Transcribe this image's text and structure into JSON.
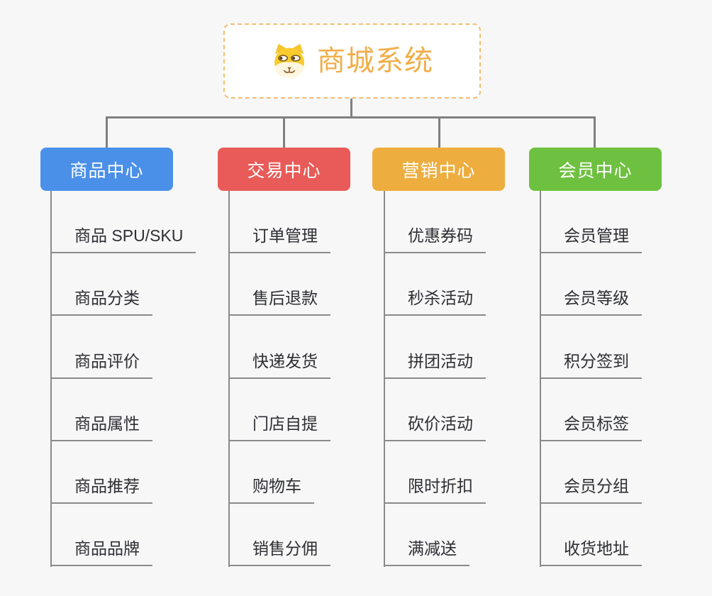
{
  "root": {
    "title": "商城系统",
    "icon": "dog-face-icon"
  },
  "branches": [
    {
      "label": "商品中心",
      "color": "#4b90e8",
      "items": [
        "商品 SPU/SKU",
        "商品分类",
        "商品评价",
        "商品属性",
        "商品推荐",
        "商品品牌"
      ]
    },
    {
      "label": "交易中心",
      "color": "#e85b58",
      "items": [
        "订单管理",
        "售后退款",
        "快递发货",
        "门店自提",
        "购物车",
        "销售分佣"
      ]
    },
    {
      "label": "营销中心",
      "color": "#edae3f",
      "items": [
        "优惠券码",
        "秒杀活动",
        "拼团活动",
        "砍价活动",
        "限时折扣",
        "满减送"
      ]
    },
    {
      "label": "会员中心",
      "color": "#6ec140",
      "items": [
        "会员管理",
        "会员等级",
        "积分签到",
        "会员标签",
        "会员分组",
        "收货地址"
      ]
    }
  ],
  "colors": {
    "background": "#f6f7f6",
    "connector": "#808080",
    "underline": "#8a8a8a",
    "leaf_text": "#2e2e34",
    "root_border": "#f1be72",
    "root_text": "#f0ae49"
  }
}
